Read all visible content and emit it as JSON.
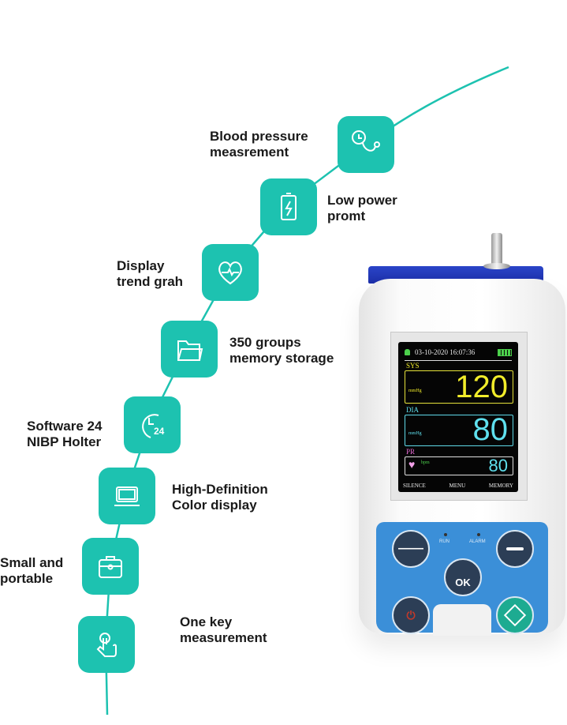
{
  "features": [
    {
      "id": "bp",
      "icon": "stethoscope-clock-icon",
      "line1": "Blood pressure",
      "line2": "measrement"
    },
    {
      "id": "power",
      "icon": "battery-icon",
      "line1": "Low power",
      "line2": "promt"
    },
    {
      "id": "trend",
      "icon": "heart-pulse-icon",
      "line1": "Display",
      "line2": "trend grah"
    },
    {
      "id": "memory",
      "icon": "folder-icon",
      "line1": "350 groups",
      "line2": "memory storage"
    },
    {
      "id": "holter",
      "icon": "clock-24-icon",
      "line1": "Software 24",
      "line2": "NIBP Holter"
    },
    {
      "id": "display",
      "icon": "monitor-icon",
      "line1": "High-Definition",
      "line2": "Color display"
    },
    {
      "id": "portable",
      "icon": "briefcase-icon",
      "line1": "Small and",
      "line2": "portable"
    },
    {
      "id": "onekey",
      "icon": "tap-hand-icon",
      "line1": "One key",
      "line2": "measurement"
    }
  ],
  "device": {
    "screen": {
      "datetime": "03-10-2020 16:07:36",
      "sys": {
        "label": "SYS",
        "unit": "mmHg",
        "value": "120"
      },
      "dia": {
        "label": "DIA",
        "unit": "mmHg",
        "value": "80"
      },
      "pr": {
        "label": "PR",
        "unit": "bpm",
        "value": "80"
      },
      "softkeys": [
        "SILENCE",
        "MENU",
        "MEMORY"
      ]
    },
    "indicators": {
      "run": "RUN",
      "alarm": "ALARM"
    },
    "buttons": {
      "ok": "OK"
    }
  },
  "colors": {
    "accent": "#1dc2b0",
    "sys": "#f1ec2a",
    "dia": "#5fe0ee",
    "panel": "#3b8fd8"
  }
}
